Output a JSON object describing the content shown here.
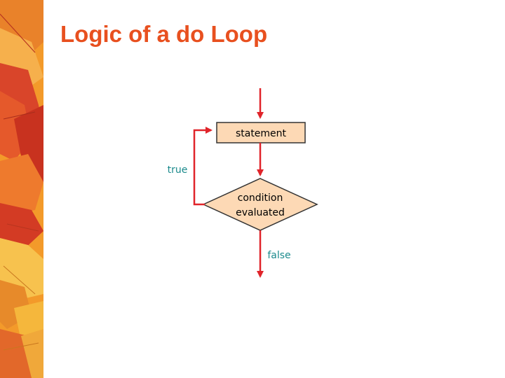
{
  "slide": {
    "title": "Logic of a do Loop"
  },
  "flowchart": {
    "statement_box": "statement",
    "condition_line1": "condition",
    "condition_line2": "evaluated",
    "true_label": "true",
    "false_label": "false"
  },
  "colors": {
    "title": "#e8501f",
    "arrow": "#e0242a",
    "box_fill": "#fdd9b5",
    "label": "#1b8a8c",
    "leaf_base": "#f39a2a"
  }
}
